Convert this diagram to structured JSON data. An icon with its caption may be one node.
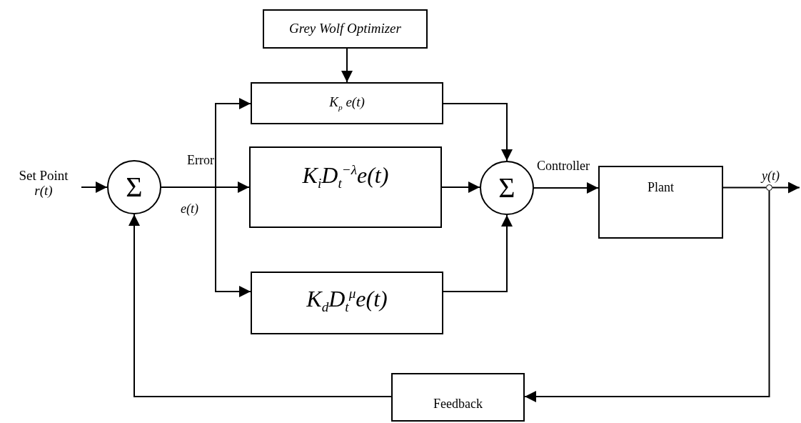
{
  "diagram": {
    "nodes": [
      {
        "text": [
          "Grey Wolf Optimizer"
        ]
      },
      {
        "text": [
          "K$_{p}$ e(t)"
        ]
      },
      {
        "text": [
          "K$_{i}$D$_{t}$$^{−λ}$e(t)"
        ]
      },
      {
        "text": [
          "K$_{d}$D$_{t}$$^{μ}$e(t)"
        ]
      },
      {
        "text": [
          "Σ"
        ]
      },
      {
        "text": [
          "Σ"
        ]
      },
      {
        "text": [
          "Plant"
        ]
      },
      {
        "text": [
          "Feedback"
        ]
      },
      {
        "text": [],
        "shape": "circle"
      },
      {
        "text": [
          "Set Point",
          "r(t)"
        ]
      }
    ],
    "edges": [
      {
        "from": 9,
        "to": 4,
        "arrow": "to"
      },
      {
        "from": 4,
        "to": 1,
        "arrow": "to"
      },
      {
        "from": 4,
        "to": 2,
        "arrow": "to"
      },
      {
        "from": 4,
        "to": 3,
        "arrow": "to"
      },
      {
        "from": 0,
        "to": 1,
        "arrow": "to"
      },
      {
        "from": 1,
        "to": 5,
        "arrow": "to"
      },
      {
        "from": 2,
        "to": 5,
        "arrow": "to"
      },
      {
        "from": 3,
        "to": 5,
        "arrow": "to"
      },
      {
        "from": 5,
        "to": 6,
        "arrow": "to"
      },
      {
        "from": 6,
        "to": 8,
        "arrow": "none"
      },
      {
        "from": 8,
        "to": null,
        "arrow": "to"
      },
      {
        "from": 8,
        "to": 7,
        "arrow": "to"
      },
      {
        "from": 7,
        "to": 4,
        "arrow": "to"
      }
    ],
    "labels": [
      "Error",
      "e(t)",
      "Controller",
      "y(t)"
    ]
  }
}
